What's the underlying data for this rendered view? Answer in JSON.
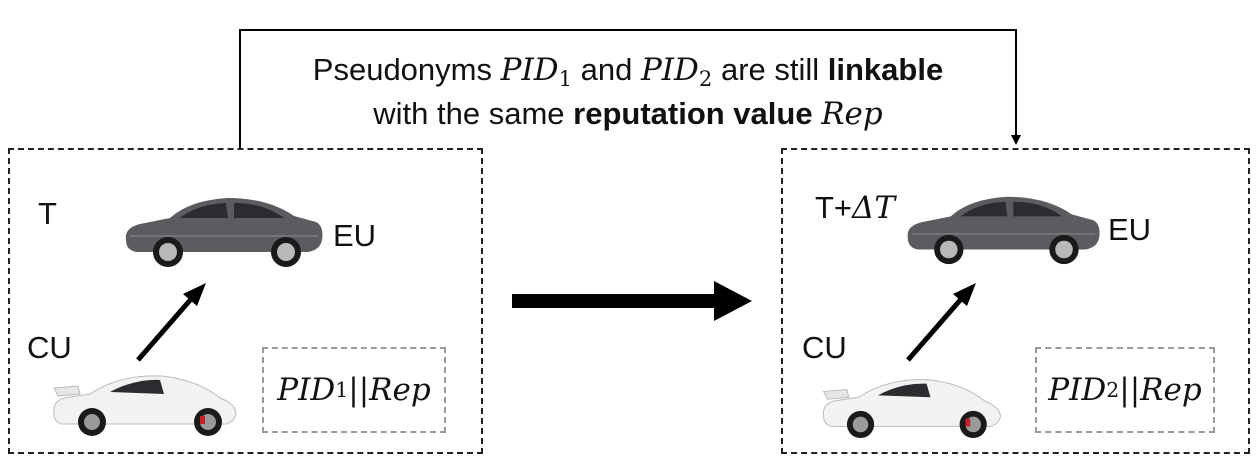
{
  "caption": {
    "line1_prefix": "Pseudonyms ",
    "pid1_base": "PID",
    "pid1_sub": "1",
    "and_text": " and ",
    "pid2_base": "PID",
    "pid2_sub": "2",
    "are_text": " are still ",
    "linkable": "linkable",
    "line2_prefix": "with the same ",
    "reputation_value": "reputation value",
    "rep": "Rep"
  },
  "left_scene": {
    "time_label": "T",
    "eu_label": "EU",
    "cu_label": "CU",
    "id_base": "PID",
    "id_sub": "1",
    "id_suffix": "||Rep"
  },
  "right_scene": {
    "time_prefix": "T+",
    "time_delta": "ΔT",
    "eu_label": "EU",
    "cu_label": "CU",
    "id_base": "PID",
    "id_sub": "2",
    "id_suffix": "||Rep"
  },
  "colors": {
    "arrow": "#000000",
    "sedan_body": "#5a5c60",
    "sports_body": "#f2f2f2",
    "brake_caliper": "#c8202a"
  }
}
